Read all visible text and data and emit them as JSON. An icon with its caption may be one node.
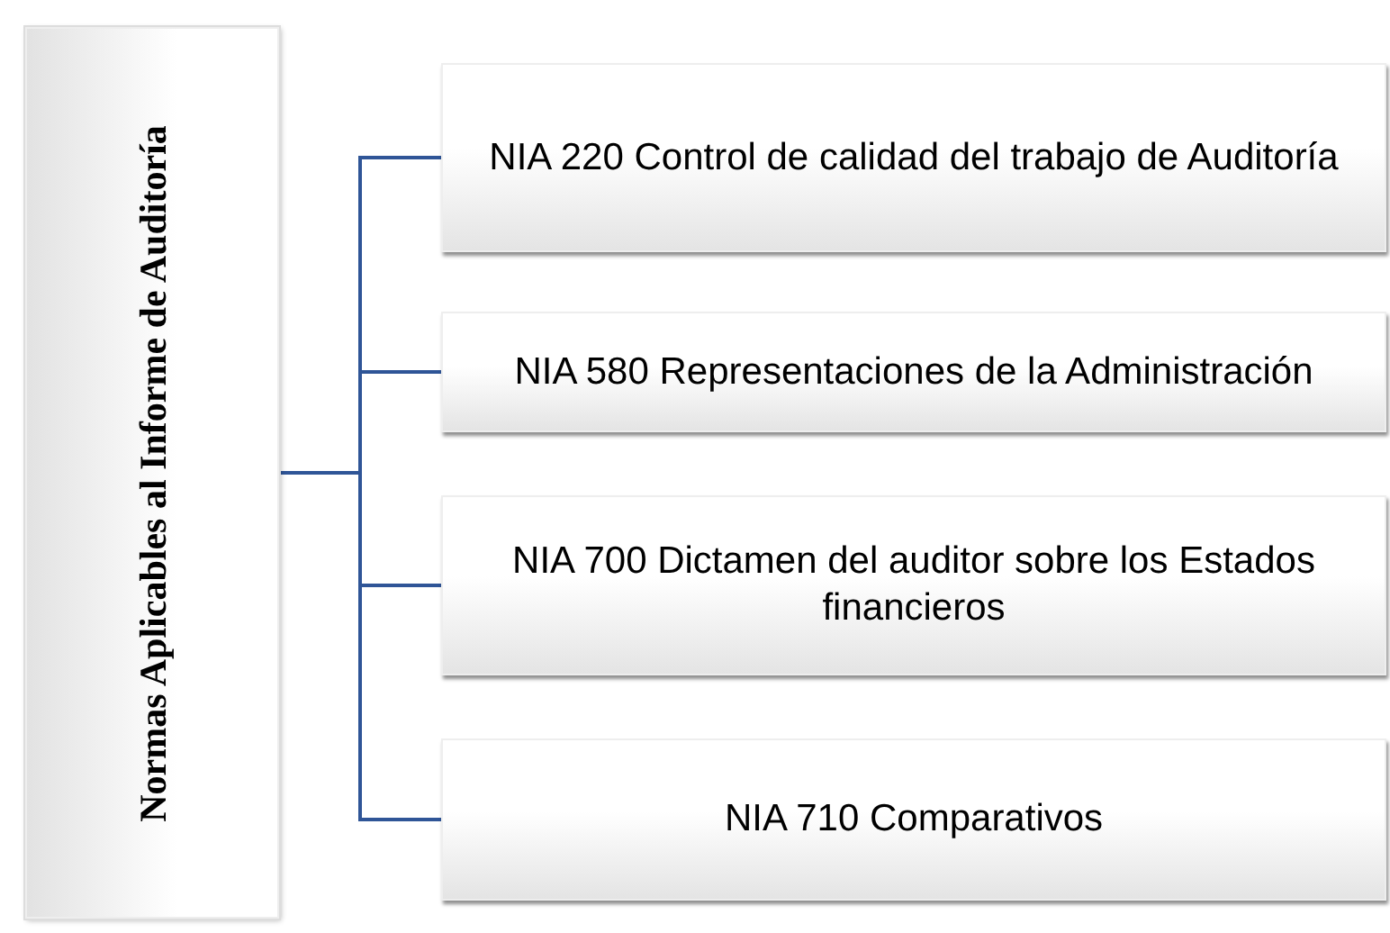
{
  "diagram": {
    "nodes": [
      {
        "text": [
          "Normas Aplicables al Informe de Auditoría"
        ]
      },
      {
        "text": [
          "NIA 220 Control de calidad del trabajo de Auditoría"
        ]
      },
      {
        "text": [
          "NIA 580 Representaciones de la Administración"
        ]
      },
      {
        "text": [
          "NIA 700 Dictamen del auditor sobre los Estados financieros"
        ]
      },
      {
        "text": [
          "NIA 710 Comparativos"
        ]
      }
    ],
    "edges": [
      {
        "from": 0,
        "to": 1,
        "arrow": "none"
      },
      {
        "from": 0,
        "to": 2,
        "arrow": "none"
      },
      {
        "from": 0,
        "to": 3,
        "arrow": "none"
      },
      {
        "from": 0,
        "to": 4,
        "arrow": "none"
      }
    ]
  }
}
